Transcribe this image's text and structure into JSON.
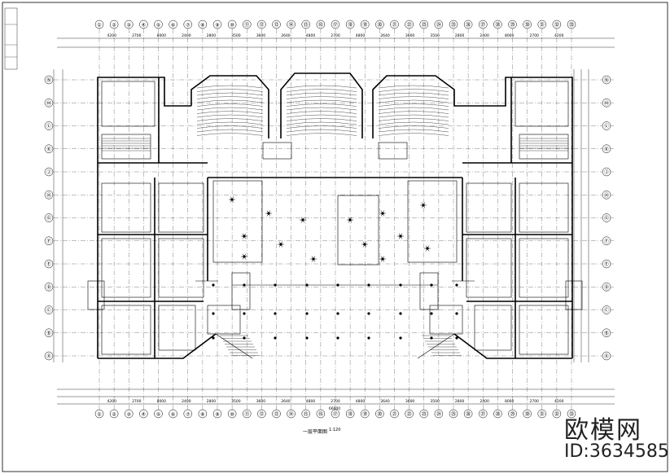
{
  "drawing": {
    "title": "一层平面图",
    "scale": "1:120"
  },
  "watermark": {
    "brand": "欧模网",
    "id": "ID:3634585"
  },
  "axes": {
    "top": [
      "①",
      "②",
      "③",
      "④",
      "⑤",
      "⑥",
      "⑦",
      "⑧",
      "⑨",
      "⑩",
      "⑪",
      "⑫",
      "⑬",
      "⑭",
      "⑮",
      "⑯",
      "⑰",
      "⑱",
      "⑲",
      "⑳",
      "㉑",
      "㉒",
      "㉓",
      "㉔",
      "㉕",
      "㉖",
      "㉗",
      "㉘",
      "㉙",
      "㉚",
      "㉛",
      "㉜",
      "㉝"
    ],
    "left": [
      "Ⓝ",
      "Ⓜ",
      "Ⓛ",
      "Ⓚ",
      "Ⓙ",
      "Ⓗ",
      "Ⓖ",
      "Ⓕ",
      "Ⓔ",
      "Ⓓ",
      "Ⓒ",
      "Ⓑ",
      "Ⓐ"
    ]
  },
  "dimensions_top": [
    "4200",
    "2700",
    "8000",
    "2400",
    "2800",
    "3500",
    "3600",
    "2640",
    "4800",
    "2700",
    "4800",
    "2640",
    "3600",
    "3500",
    "2800",
    "2400",
    "8000",
    "2700",
    "4200"
  ],
  "overall_dimension": "66600",
  "colors": {
    "line": "#000000",
    "background": "#ffffff"
  }
}
